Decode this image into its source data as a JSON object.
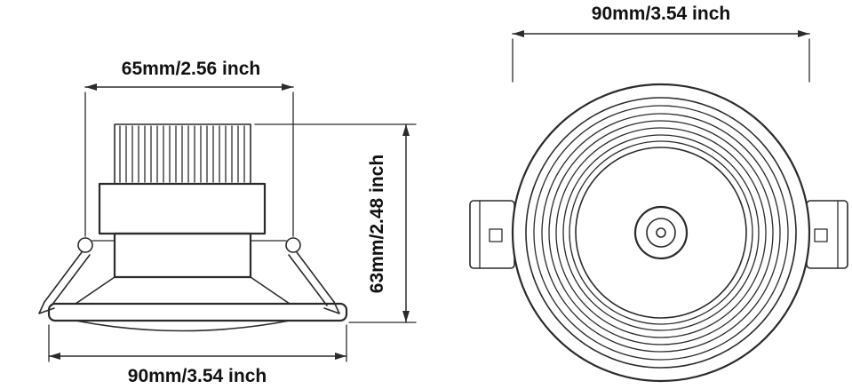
{
  "colors": {
    "background": "#ffffff",
    "line": "#2b2b2b",
    "text": "#111111"
  },
  "side_view": {
    "width_label": "65mm/2.56 inch",
    "height_label": "63mm/2.48 inch",
    "diameter_label": "90mm/3.54 inch"
  },
  "front_view": {
    "diameter_label": "90mm/3.54 inch"
  }
}
